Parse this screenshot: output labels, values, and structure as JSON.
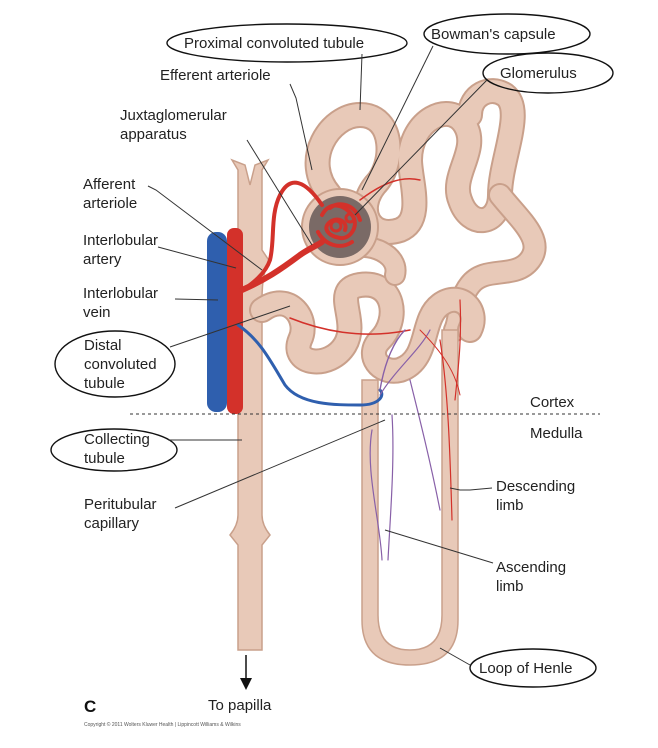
{
  "figure_letter": "C",
  "copyright": "Copyright © 2011 Wolters Kluwer Health | Lippincott Williams & Wilkins",
  "zones": {
    "cortex": "Cortex",
    "medulla": "Medulla"
  },
  "labels": {
    "proximal_convoluted_tubule": "Proximal convoluted tubule",
    "bowmans_capsule": "Bowman's capsule",
    "glomerulus": "Glomerulus",
    "efferent_arteriole": "Efferent arteriole",
    "juxtaglomerular_1": "Juxtaglomerular",
    "juxtaglomerular_2": "apparatus",
    "afferent_1": "Afferent",
    "afferent_2": "arteriole",
    "interlobular_artery_1": "Interlobular",
    "interlobular_artery_2": "artery",
    "interlobular_vein_1": "Interlobular",
    "interlobular_vein_2": "vein",
    "distal_1": "Distal",
    "distal_2": "convoluted",
    "distal_3": "tubule",
    "collecting_1": "Collecting",
    "collecting_2": "tubule",
    "peritubular_1": "Peritubular",
    "peritubular_2": "capillary",
    "descending_1": "Descending",
    "descending_2": "limb",
    "ascending_1": "Ascending",
    "ascending_2": "limb",
    "loop_of_henle": "Loop of Henle",
    "to_papilla": "To papilla"
  },
  "colors": {
    "tubule": "#e8c9b8",
    "tubule_edge": "#c9a08b",
    "artery": "#d3312a",
    "vein": "#2f5fae",
    "capsule": "#7a6a66",
    "oval_stroke": "#111111"
  }
}
